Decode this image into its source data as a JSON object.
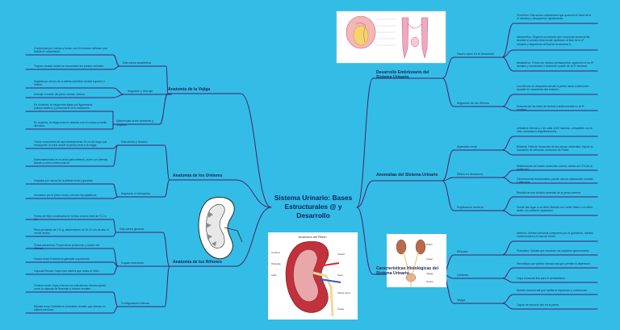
{
  "root": {
    "title": "Sistema Urinario: Bases Estructurales  @ y Desarrollo"
  },
  "colors": {
    "background": "#33bde6",
    "branch": "#4a1f6e",
    "text": "#1d2a52"
  },
  "left": [
    {
      "label": "Anatomía de la Vejiga",
      "children": [
        {
          "label": "Estructura anatómica",
          "children": [
            "Compuesta por cuerpo y fondo, con el músculo detrusor que facilita el vaciamiento.",
            "Trígono vesical donde se encuentran los puntos uretrales."
          ]
        },
        {
          "label": "Irrigación y drenaje",
          "children": [
            "Irrigada por ramos de la arteria umbilical vesical superior e inferior.",
            "Drenaje a través del plexo venoso vesical."
          ]
        },
        {
          "label": "Diferencias entre hombres y mujeres",
          "children": [
            "En hombres, la vejiga está fijada por ligamentos puboprostáticos y presenta el vero montanum.",
            "En mujeres, la vejiga está en relación con el cuerpo y cuello del útero."
          ]
        }
      ]
    },
    {
      "label": "Anatomía de los Uréteres",
      "children": [
        {
          "label": "Estructura y función",
          "children": [
            "Tubos musculares de aproximadamente 25 cm de largo que transportan la orina desde la pelvis renal a la vejiga.",
            "Estrechamientos en la unión pieloureteral, cruce con arterias ilíacas y unión ureterovesical."
          ]
        },
        {
          "label": "Irrigación e inervación",
          "children": [
            "Irrigados por ramos de la arteria renal y gonadal.",
            "Inervados por el plexo renal y nervios hipogástricos."
          ]
        }
      ]
    },
    {
      "label": "Anatomía de los Riñones",
      "children": [
        {
          "label": "Estructura general",
          "children": [
            "Forma de frijol, localizados en la fosa renal a nivel de T12 a L3.",
            "Peso promedio de 170 g, dimensiones de 10-12 cm de alto, 6 cm de ancho."
          ]
        },
        {
          "label": "Capas exteriores",
          "children": [
            "Grasa pararrenal: Proporciona protección y sostén los riñones.",
            "Fascia renal: Encierra la glándula suprarrenal.",
            "Cápsula fibrosa: Capa más interna que rodea el riñón."
          ]
        },
        {
          "label": "Configuración interna",
          "children": [
            "Corteza renal: Capa externa con estructuras microscópicas como la cápsula de Bowman y túbulos renales.",
            "Médula renal: Dividida en pirámides renales que drenan en cálices menores."
          ]
        }
      ]
    }
  ],
  "right": [
    {
      "label": "Desarrollo Embrionario del Sistema Urinario",
      "children": [
        {
          "label": "Fases clave en el desarrollo",
          "children": [
            "Pronefros: Estructura rudimentaria que aparece al inicio de la 4ª semana y desaparece rápidamente.",
            "Mesonefros: Órganos excretores que funcionan brevemente durante el periodo fetal inicial; aparecen al final de la 4ª semana y degeneran al final de la semana 8.",
            "Metanefros: Forma los riñones permanentes; aparecen en la 5ª semana y comienzan a funcionar a partir de la 9ª semana."
          ]
        },
        {
          "label": "Migración de los riñones",
          "children": [
            "Los riñones se desplazan desde la pelvis hacia el abdomen durante el crecimiento del embrión.",
            "Rotación de los hilios de ventral a anteromedial en la 9ª semana."
          ]
        }
      ]
    },
    {
      "label": "Anomalías del Sistema Urinario",
      "children": [
        {
          "label": "Agenesia renal",
          "children": [
            "Unilateral: Afecta a 1 de cada 1000 nacidos, compatible con la vida, asociada a oligohidramnios.",
            "Bilateral: Falla de desarrollo de las yemas ureterales, impide la formación de nefronas, síndrome de Potter."
          ]
        },
        {
          "label": "Riñón en herradura",
          "children": [
            "Malformación de fusión renal más común; afecta al 0.2% de la población.",
            "Generalmente asintomático, puede causar obstrucción urinaria e infección."
          ]
        },
        {
          "label": "Duplicación ureteral",
          "children": [
            "Resulta de una división anómala de la yema ureteral.",
            "Puede dar lugar a un riñón dividido con uréter bífido o un riñón doble con uréteres separados."
          ]
        }
      ]
    },
    {
      "label": "Características Histológicas del Sistema Urinario",
      "children": [
        {
          "label": "Riñones",
          "children": [
            "Nefrona: Unidad funcional compuesta por el glomérulo, túbulos contorneados y el asa de Henle.",
            "Podocitos: Células que recubren los capilares glomerulares."
          ]
        },
        {
          "label": "Uréteres",
          "children": [
            "Revestidos por epitelio transicional que permite la distensión.",
            "Capa muscular lisa para el peristaltismo."
          ]
        },
        {
          "label": "Vejiga",
          "children": [
            "Epitelio transicional que facilita la expansión y contracción.",
            "Capas de músculo liso en la pared."
          ]
        }
      ]
    }
  ],
  "images": {
    "embryo": {
      "labels": []
    },
    "kidney_sketch": {},
    "kidney_section": {
      "title": "Anatomía del Riñón",
      "labels": [
        "Corteza",
        "Pirámide",
        "Cáliz",
        "Pelvis renal",
        "Uréter",
        "Arteria",
        "Vena"
      ]
    },
    "urinary_system": {
      "labels": [
        "Riñón",
        "Uréter",
        "Vejiga",
        "Uretra"
      ]
    }
  }
}
